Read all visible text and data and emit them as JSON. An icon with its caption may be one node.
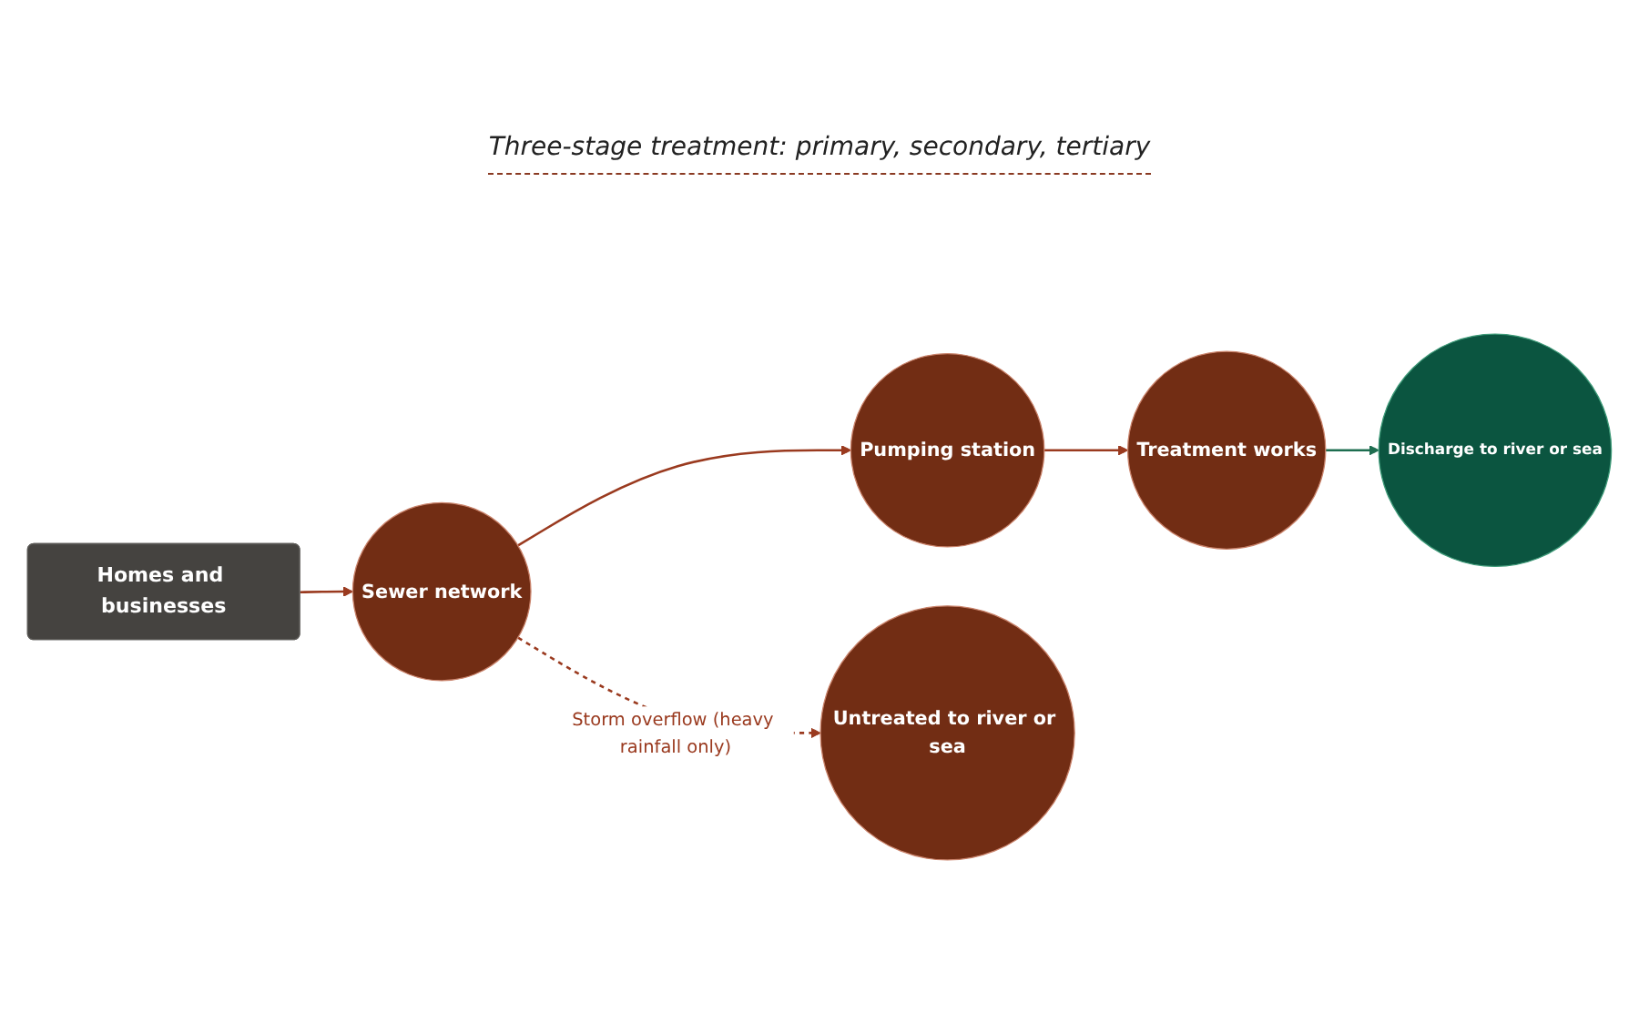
{
  "diagram": {
    "nodes": [
      {
        "text": [
          "Homes and businesses"
        ]
      },
      {
        "text": [
          "Sewer network"
        ]
      },
      {
        "text": [
          "Pumping station"
        ]
      },
      {
        "text": [
          "Treatment works"
        ]
      },
      {
        "text": [
          "Discharge to river or sea"
        ]
      },
      {
        "text": [
          "Untreated to river or sea"
        ]
      }
    ],
    "edges": [
      {
        "from": 0,
        "to": 1,
        "arrow": "to"
      },
      {
        "from": 1,
        "to": 2,
        "arrow": "to"
      },
      {
        "from": 2,
        "to": 3,
        "arrow": "to"
      },
      {
        "from": 3,
        "to": 4,
        "arrow": "to",
        "color": "#1e6e50"
      },
      {
        "from": 1,
        "to": 5,
        "arrow": "to",
        "style": "dashed",
        "label": "Storm overflow (heavy rainfall only)"
      }
    ],
    "labels": [
      "Three-stage treatment: primary, secondary, tertiary"
    ]
  }
}
